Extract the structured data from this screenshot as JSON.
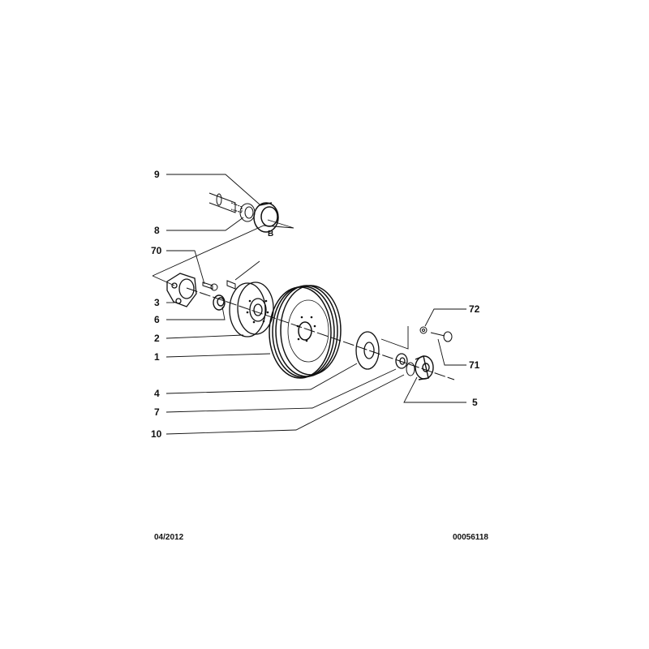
{
  "callouts": {
    "c9": "9",
    "c8": "8",
    "c70": "70",
    "c3": "3",
    "c6": "6",
    "c2": "2",
    "c1": "1",
    "c4": "4",
    "c7": "7",
    "c10": "10",
    "c72": "72",
    "c71": "71",
    "c5": "5",
    "cB": "B"
  },
  "footer": {
    "date": "04/2012",
    "ref": "00056118"
  }
}
